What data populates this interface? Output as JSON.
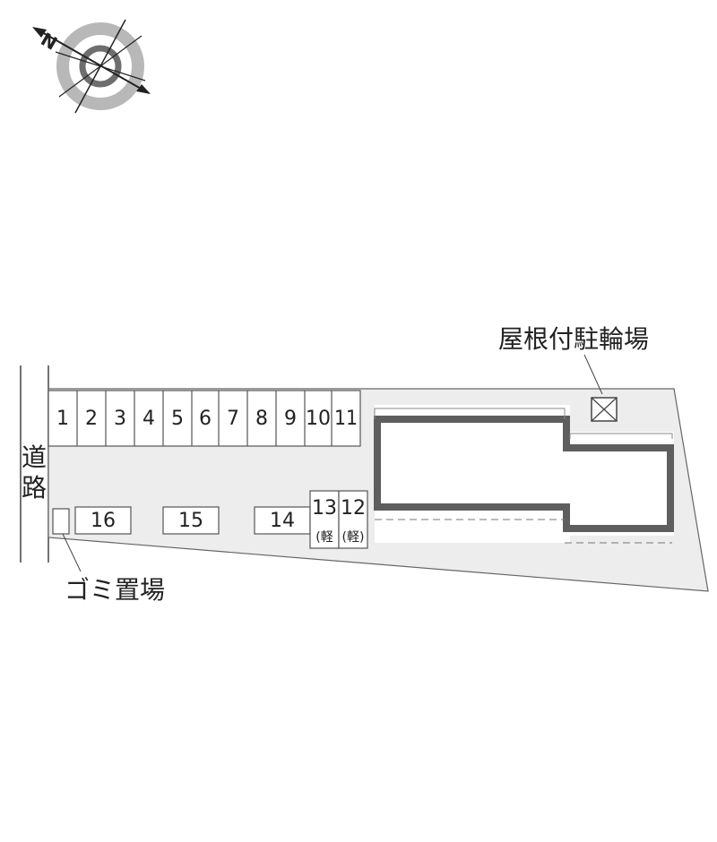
{
  "compass": {
    "north_label": "N"
  },
  "road": {
    "label_chars": [
      "道",
      "路"
    ]
  },
  "labels": {
    "bike_parking": "屋根付駐輪場",
    "garbage": "ゴミ置場"
  },
  "parking_top": [
    "1",
    "2",
    "3",
    "4",
    "5",
    "6",
    "7",
    "8",
    "9",
    "10",
    "11"
  ],
  "parking_bottom": [
    "16",
    "15",
    "14"
  ],
  "parking_kei": [
    {
      "number": "13",
      "note": "(軽"
    },
    {
      "number": "12",
      "note": "(軽)"
    }
  ],
  "colors": {
    "lot_fill": "#ededed",
    "outline": "#555555",
    "building_wall": "#6b6b6b",
    "compass_ring": "#9a9a9a"
  }
}
